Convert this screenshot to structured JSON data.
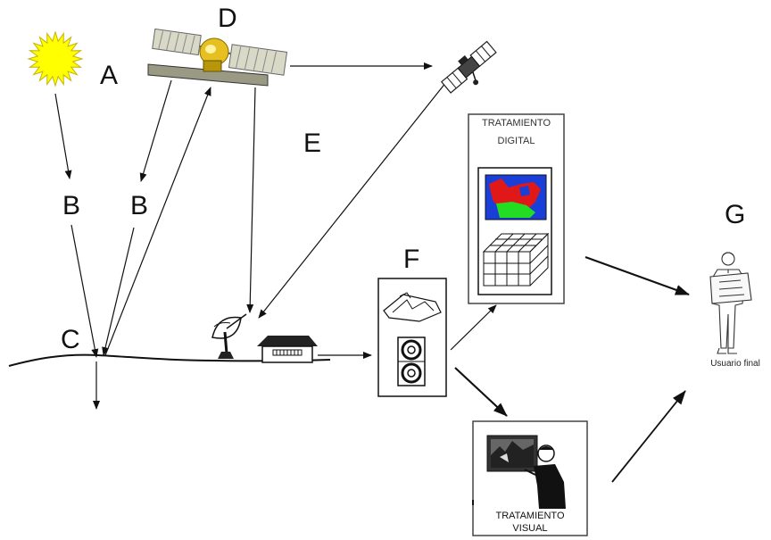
{
  "labels": {
    "a": "A",
    "b_left": "B",
    "b_right": "B",
    "c": "C",
    "d": "D",
    "e": "E",
    "f": "F",
    "g": "G"
  },
  "texts": {
    "digital_line1": "TRATAMIENTO",
    "digital_line2": "DIGITAL",
    "visual_line1": "TRATAMIENTO",
    "visual_line2": "VISUAL",
    "final_user": "Usuario final"
  },
  "colors": {
    "sun": "#ffff00",
    "sun_stroke": "#c8b400",
    "map_blue": "#1a3fd8",
    "map_red": "#e01818",
    "map_green": "#22dd22",
    "panel": "#d9d9c8"
  }
}
